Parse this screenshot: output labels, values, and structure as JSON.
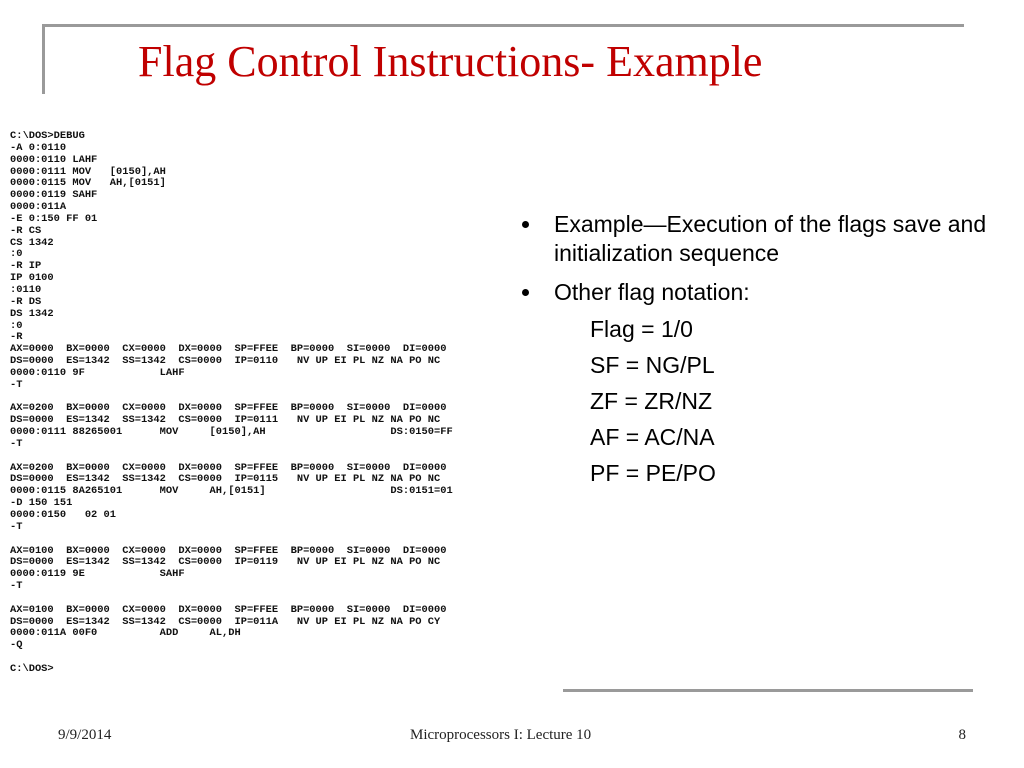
{
  "slide": {
    "title": "Flag Control Instructions- Example",
    "dos_session": [
      "C:\\DOS>DEBUG",
      "-A 0:0110",
      "0000:0110 LAHF",
      "0000:0111 MOV   [0150],AH",
      "0000:0115 MOV   AH,[0151]",
      "0000:0119 SAHF",
      "0000:011A",
      "-E 0:150 FF 01",
      "-R CS",
      "CS 1342",
      ":0",
      "-R IP",
      "IP 0100",
      ":0110",
      "-R DS",
      "DS 1342",
      ":0",
      "-R",
      "AX=0000  BX=0000  CX=0000  DX=0000  SP=FFEE  BP=0000  SI=0000  DI=0000",
      "DS=0000  ES=1342  SS=1342  CS=0000  IP=0110   NV UP EI PL NZ NA PO NC",
      "0000:0110 9F            LAHF",
      "-T",
      "",
      "AX=0200  BX=0000  CX=0000  DX=0000  SP=FFEE  BP=0000  SI=0000  DI=0000",
      "DS=0000  ES=1342  SS=1342  CS=0000  IP=0111   NV UP EI PL NZ NA PO NC",
      "0000:0111 88265001      MOV     [0150],AH                    DS:0150=FF",
      "-T",
      "",
      "AX=0200  BX=0000  CX=0000  DX=0000  SP=FFEE  BP=0000  SI=0000  DI=0000",
      "DS=0000  ES=1342  SS=1342  CS=0000  IP=0115   NV UP EI PL NZ NA PO NC",
      "0000:0115 8A265101      MOV     AH,[0151]                    DS:0151=01",
      "-D 150 151",
      "0000:0150   02 01",
      "-T",
      "",
      "AX=0100  BX=0000  CX=0000  DX=0000  SP=FFEE  BP=0000  SI=0000  DI=0000",
      "DS=0000  ES=1342  SS=1342  CS=0000  IP=0119   NV UP EI PL NZ NA PO NC",
      "0000:0119 9E            SAHF",
      "-T",
      "",
      "AX=0100  BX=0000  CX=0000  DX=0000  SP=FFEE  BP=0000  SI=0000  DI=0000",
      "DS=0000  ES=1342  SS=1342  CS=0000  IP=011A   NV UP EI PL NZ NA PO CY",
      "0000:011A 00F0          ADD     AL,DH",
      "-Q",
      "",
      "C:\\DOS>"
    ],
    "bullets": [
      {
        "text": "Example—Execution of the flags save and initialization sequence"
      },
      {
        "text": "Other flag notation:"
      }
    ],
    "sub_items": [
      "Flag = 1/0",
      "SF = NG/PL",
      "ZF = ZR/NZ",
      "AF = AC/NA",
      "PF = PE/PO"
    ]
  },
  "footer": {
    "date": "9/9/2014",
    "center": "Microprocessors I:   Lecture 10",
    "page": "8"
  },
  "colors": {
    "title": "#c00000",
    "frame": "#9a9a9a"
  }
}
